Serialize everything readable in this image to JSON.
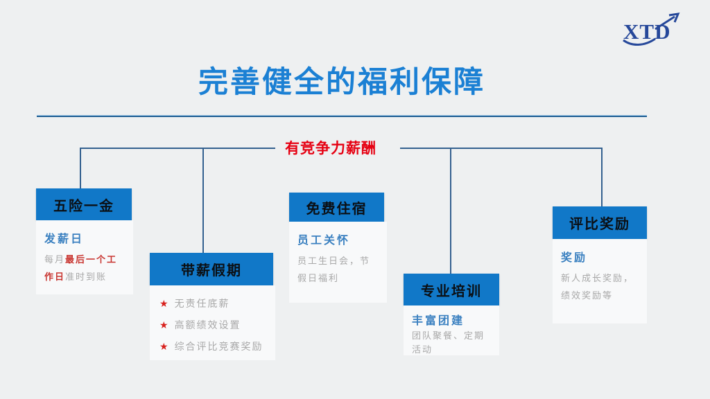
{
  "slide": {
    "logo_text": "XTD",
    "title": "完善健全的福利保障",
    "root_label": "有竞争力薪酬"
  },
  "colors": {
    "header_blue": "#1178c8",
    "title_blue": "#1b80d4",
    "label_red": "#e60012",
    "emphasis_red": "#c8342f",
    "connector_blue": "#33608f",
    "body_gray": "#a8a8a8",
    "logo_blue": "#26489a"
  },
  "branches": [
    {
      "header": "五险一金",
      "heading": "发薪日",
      "body_prefix": "每月",
      "body_em": "最后一个工作日",
      "body_suffix": "准时到账"
    },
    {
      "header": "带薪假期",
      "bullet_icon": "★",
      "bullets": [
        "无责任底薪",
        "高额绩效设置",
        "综合评比竞赛奖励"
      ]
    },
    {
      "header": "免费住宿",
      "heading": "员工关怀",
      "body": "员工生日会，节假日福利"
    },
    {
      "header": "专业培训",
      "heading": "丰富团建",
      "body": "团队聚餐、定期活动"
    },
    {
      "header": "评比奖励",
      "heading": "奖励",
      "body": "新人成长奖励，绩效奖励等"
    }
  ]
}
